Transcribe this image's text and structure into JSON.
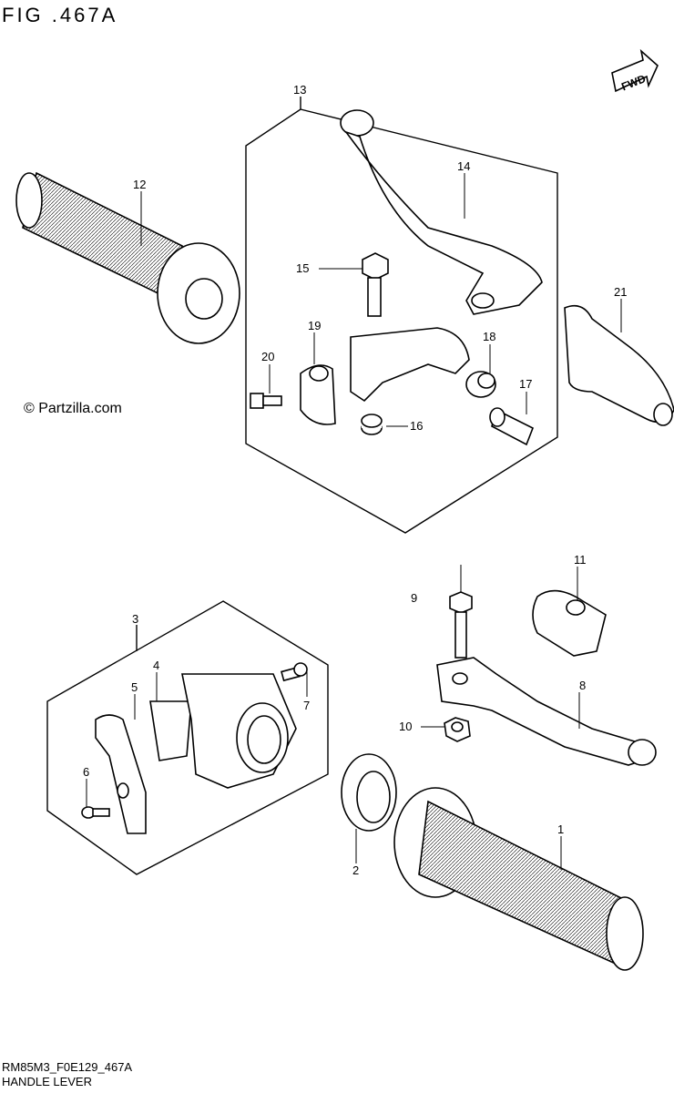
{
  "figure": {
    "title": "FIG .467A",
    "footer_code": "RM85M3_F0E129_467A",
    "footer_name": "HANDLE LEVER",
    "watermark": "© Partzilla.com",
    "fwd_label": "FWD"
  },
  "callouts": [
    {
      "id": "1",
      "text": "1"
    },
    {
      "id": "2",
      "text": "2"
    },
    {
      "id": "3",
      "text": "3"
    },
    {
      "id": "4",
      "text": "4"
    },
    {
      "id": "5",
      "text": "5"
    },
    {
      "id": "6",
      "text": "6"
    },
    {
      "id": "7",
      "text": "7"
    },
    {
      "id": "8",
      "text": "8"
    },
    {
      "id": "9",
      "text": "9"
    },
    {
      "id": "10",
      "text": "10"
    },
    {
      "id": "11",
      "text": "11"
    },
    {
      "id": "12",
      "text": "12"
    },
    {
      "id": "13",
      "text": "13"
    },
    {
      "id": "14",
      "text": "14"
    },
    {
      "id": "15",
      "text": "15"
    },
    {
      "id": "16",
      "text": "16"
    },
    {
      "id": "17",
      "text": "17"
    },
    {
      "id": "18",
      "text": "18"
    },
    {
      "id": "19",
      "text": "19"
    },
    {
      "id": "20",
      "text": "20"
    },
    {
      "id": "21",
      "text": "21"
    }
  ]
}
